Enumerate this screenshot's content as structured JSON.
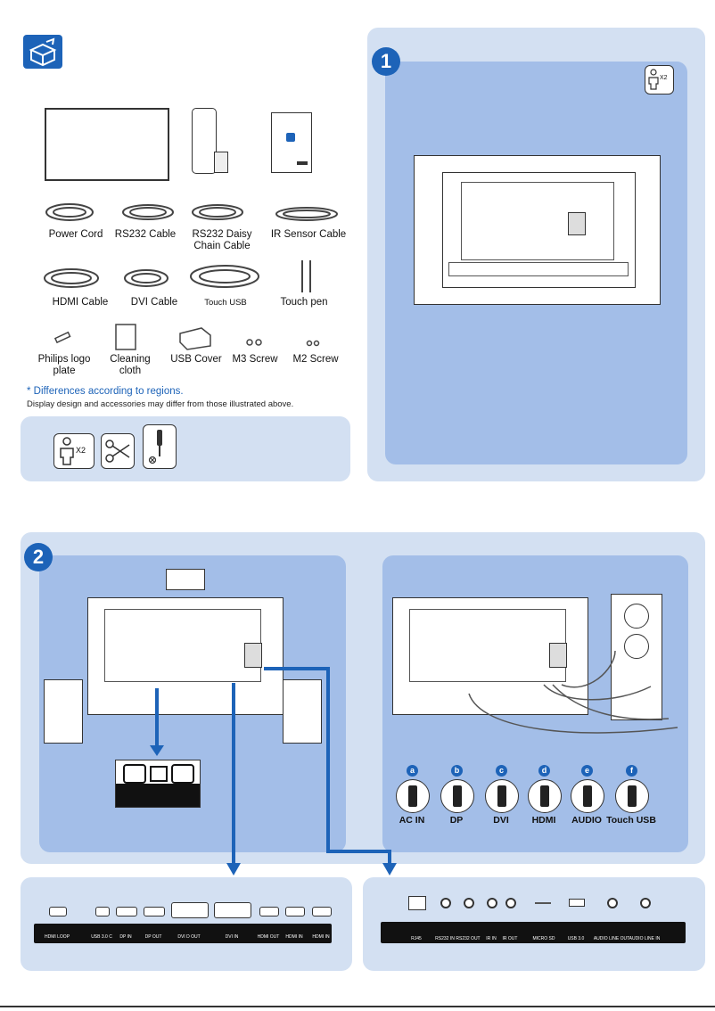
{
  "accessories": {
    "items": [
      {
        "label": "Power Cord"
      },
      {
        "label": "RS232 Cable"
      },
      {
        "label": "RS232 Daisy Chain Cable"
      },
      {
        "label": "IR Sensor Cable"
      },
      {
        "label": "HDMI Cable"
      },
      {
        "label": "DVI Cable"
      },
      {
        "label": "Touch USB"
      },
      {
        "label": "Touch pen"
      },
      {
        "label": "Philips logo plate"
      },
      {
        "label": "Cleaning cloth"
      },
      {
        "label": "USB Cover"
      },
      {
        "label": "M3 Screw"
      },
      {
        "label": "M2 Screw"
      }
    ],
    "note_title": "* Differences according to regions.",
    "note_text": "Display design and accessories may differ from those illustrated above."
  },
  "tools": {
    "persons": "X2"
  },
  "step1": {
    "number": "1",
    "persons": "X2"
  },
  "step2": {
    "number": "2",
    "connectors": [
      {
        "letter": "a",
        "label": "AC IN"
      },
      {
        "letter": "b",
        "label": "DP"
      },
      {
        "letter": "c",
        "label": "DVI"
      },
      {
        "letter": "d",
        "label": "HDMI"
      },
      {
        "letter": "e",
        "label": "AUDIO"
      },
      {
        "letter": "f",
        "label": "Touch USB"
      }
    ],
    "left_ports": [
      "HDMI LOOP",
      "USB 3.0 C",
      "DP IN",
      "DP OUT",
      "DVI D OUT",
      "DVI IN",
      "HDMI OUT",
      "HDMI IN",
      "HDMI IN"
    ],
    "right_ports": [
      "RJ45",
      "RS232 IN",
      "RS232 OUT",
      "IR IN",
      "IR OUT",
      "MICRO SD",
      "USB 3.0",
      "AUDIO LINE OUT",
      "AUDIO LINE IN"
    ]
  },
  "colors": {
    "accent": "#1d63b8",
    "panel_light": "#d3e0f2",
    "panel_mid": "#a3bee8"
  }
}
